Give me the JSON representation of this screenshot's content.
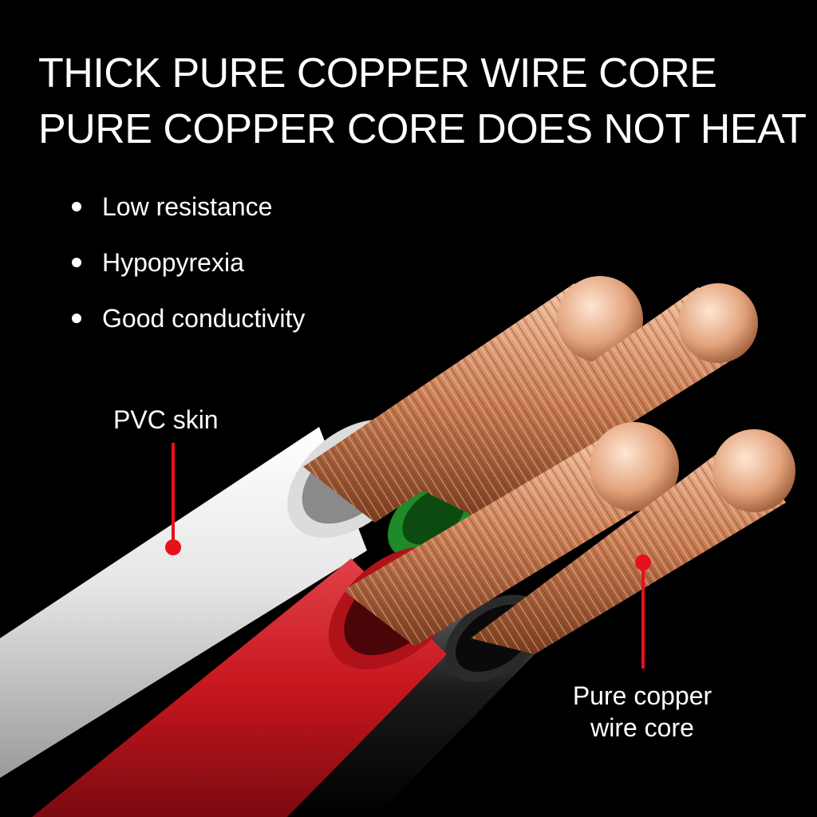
{
  "headline": {
    "line1": "THICK PURE COPPER WIRE CORE",
    "line2": "PURE COPPER CORE DOES NOT HEAT"
  },
  "features": [
    "Low resistance",
    "Hypopyrexia",
    "Good conductivity"
  ],
  "callouts": {
    "pvc": "PVC skin",
    "copper_line1": "Pure copper",
    "copper_line2": "wire core"
  },
  "colors": {
    "background": "#000000",
    "text": "#ffffff",
    "pointer": "#e8101c",
    "copper": "#d99a74",
    "white_sheath": "#e8e8e8",
    "red_sheath": "#c8161e",
    "green_sheath": "#1f8a2a"
  }
}
